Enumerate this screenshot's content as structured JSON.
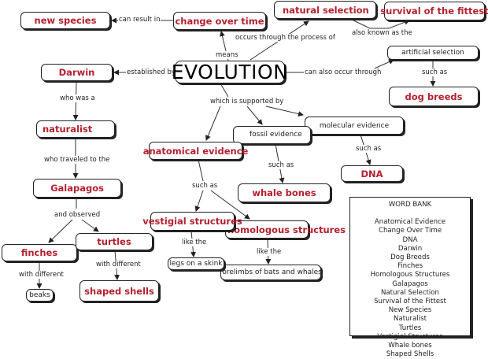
{
  "concept_map": {
    "root": "EVOLUTION",
    "nodes": {
      "new_species": "new species",
      "change_over_time": "change over time",
      "natural_selection": "natural selection",
      "survival_of_the_fittest": "survival of the fittest",
      "artificial_selection": "artificial selection",
      "dog_breeds": "dog breeds",
      "darwin": "Darwin",
      "naturalist": "naturalist",
      "galapagos": "Galapagos",
      "finches": "finches",
      "turtles": "turtles",
      "beaks": "beaks",
      "shaped_shells": "shaped shells",
      "anatomical_evidence": "anatomical evidence",
      "fossil_evidence": "fossil evidence",
      "molecular_evidence": "molecular evidence",
      "whale_bones": "whale bones",
      "dna": "DNA",
      "vestigial_structures": "vestigial structures",
      "homologous_structures": "homologous structures",
      "legs_on_a_skink": "legs on a skink",
      "forelimbs": "forelimbs of bats and whales"
    },
    "links": {
      "can_result_in": "can result in",
      "means": "means",
      "occurs_through": "occurs through the process of",
      "also_known_as": "also known as the",
      "established_by": "established by",
      "can_also_occur": "can also occur through",
      "such_as_dog": "such as",
      "who_was_a": "who was a",
      "who_traveled": "who traveled to the",
      "and_observed": "and observed",
      "with_different_finches": "with different",
      "with_different_turtles": "with different",
      "which_is_supported_by": "which is supported by",
      "such_as_fossil": "such as",
      "such_as_molecular": "such as",
      "such_as_anatomical": "such as",
      "like_the_vestigial": "like the",
      "like_the_homologous": "like the"
    }
  },
  "word_bank": {
    "title": "WORD BANK",
    "items": [
      "Anatomical Evidence",
      "Change Over Time",
      "DNA",
      "Darwin",
      "Dog Breeds",
      "Finches",
      "Homologous Structures",
      "Galapagos",
      "Natural Selection",
      "Survival of the Fittest",
      "New Species",
      "Naturalist",
      "Turtles",
      "Vestigial Structures",
      "Whale bones",
      "Shaped Shells"
    ]
  },
  "colors": {
    "concept_red": "#b5202e",
    "line": "#222222"
  }
}
